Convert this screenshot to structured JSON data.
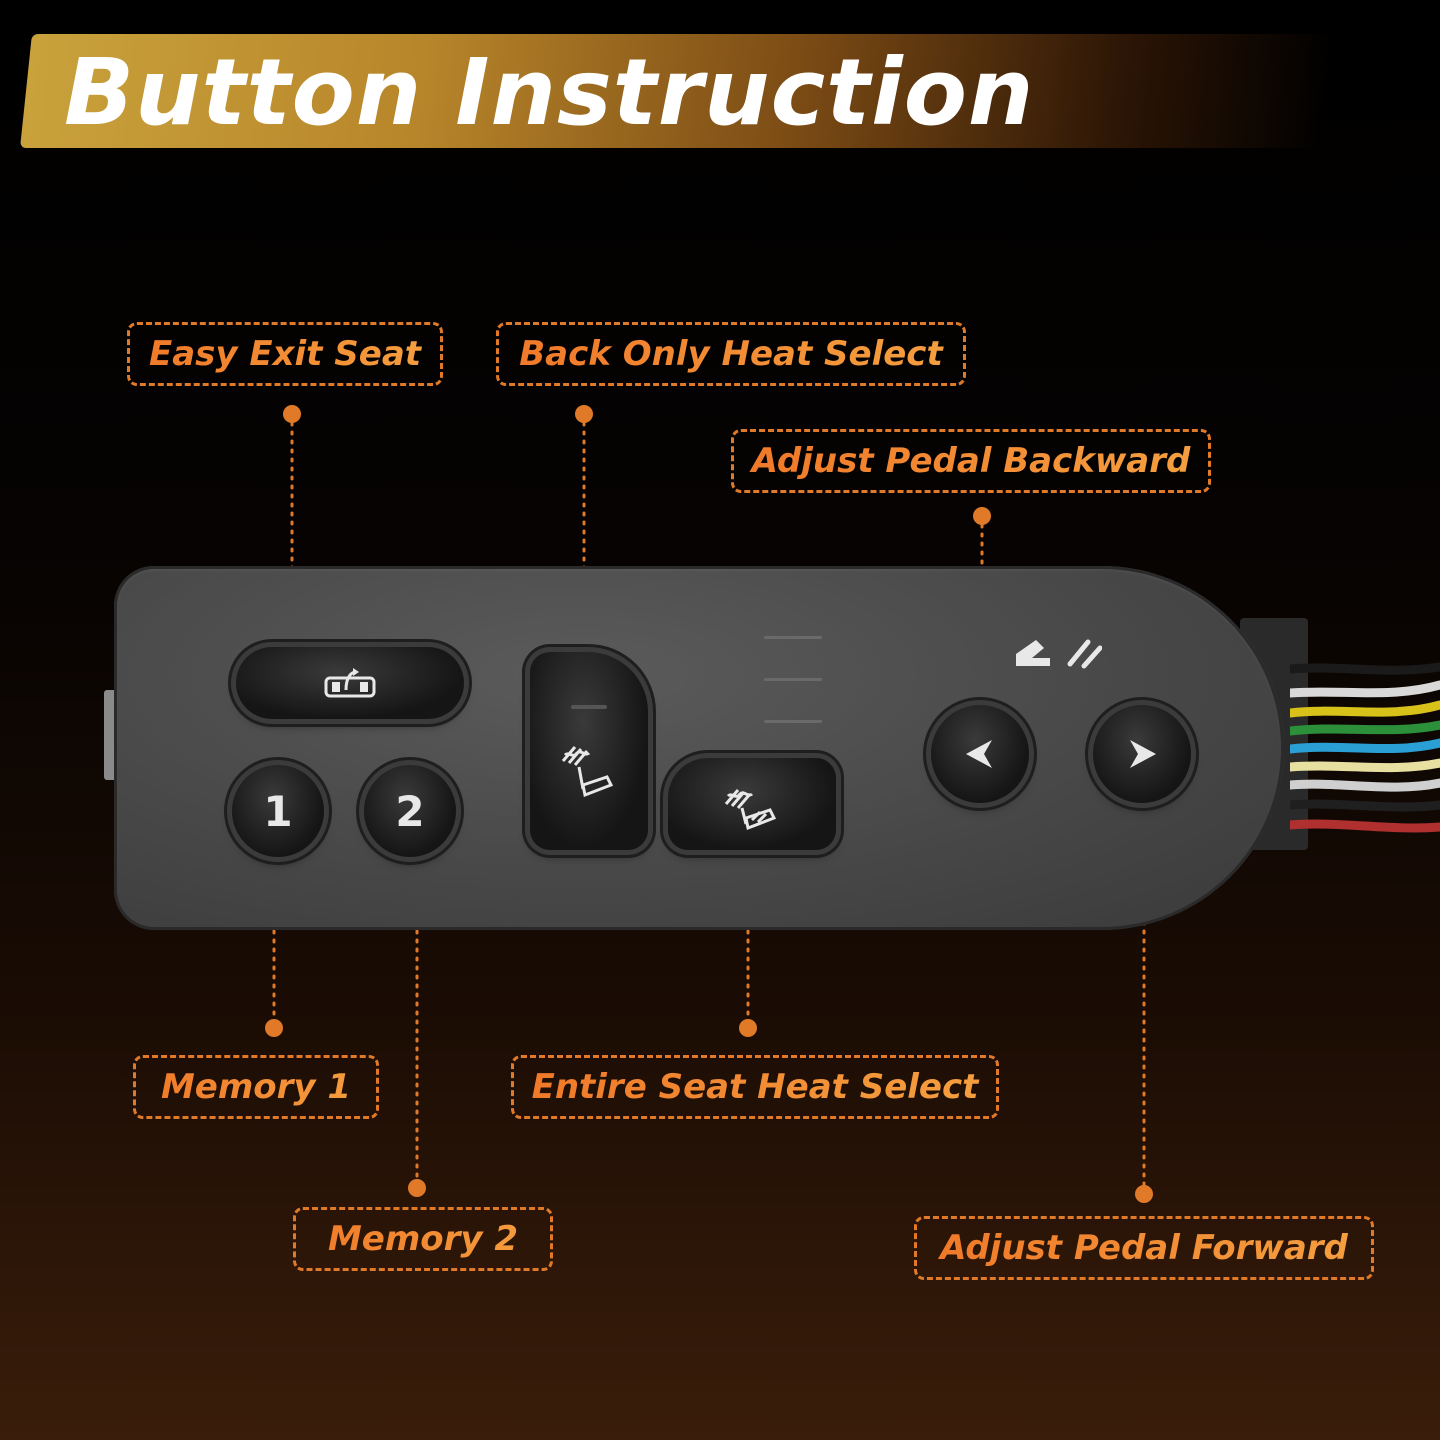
{
  "title": "Button Instruction",
  "callouts": {
    "easy_exit": "Easy Exit Seat",
    "back_only_heat": "Back Only Heat Select",
    "pedal_backward": "Adjust Pedal Backward",
    "memory1": "Memory 1",
    "memory2": "Memory 2",
    "entire_seat_heat": "Entire Seat Heat Select",
    "pedal_forward": "Adjust Pedal Forward"
  },
  "buttons": {
    "memory1_label": "1",
    "memory2_label": "2"
  },
  "colors": {
    "accent": "#e07a28",
    "banner_gold": "#c9a23c",
    "panel": "#4a4a4a"
  }
}
